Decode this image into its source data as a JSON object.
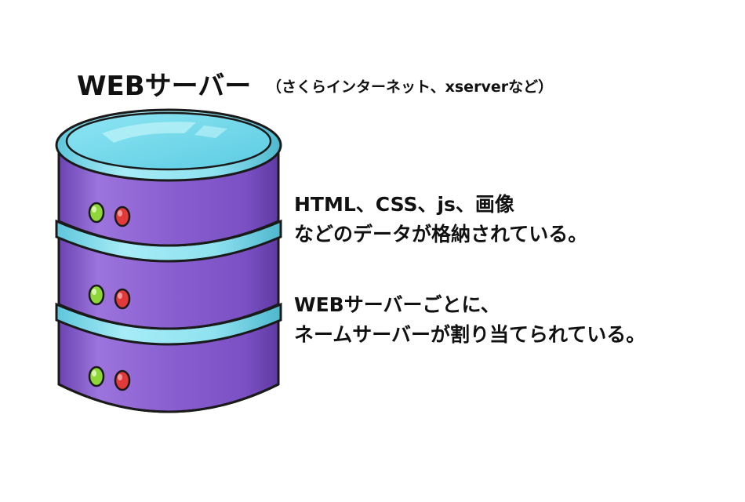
{
  "title": "WEBサーバー",
  "subtitle": "（さくらインターネット、xserverなど）",
  "description_1": {
    "line1": "HTML、CSS、js、画像",
    "line2": "などのデータが格納されている。"
  },
  "description_2": {
    "line1": "WEBサーバーごとに、",
    "line2": "ネームサーバーが割り当てられている。"
  },
  "colors": {
    "body_purple": "#8a5fd0",
    "body_dark": "#6c44b3",
    "ring_cyan": "#7fdcec",
    "top_cyan": "#6fd3e8",
    "led_green": "#8fd63a",
    "led_red": "#e23a3a",
    "outline": "#1a1a1a"
  },
  "icon": "database-server-icon"
}
